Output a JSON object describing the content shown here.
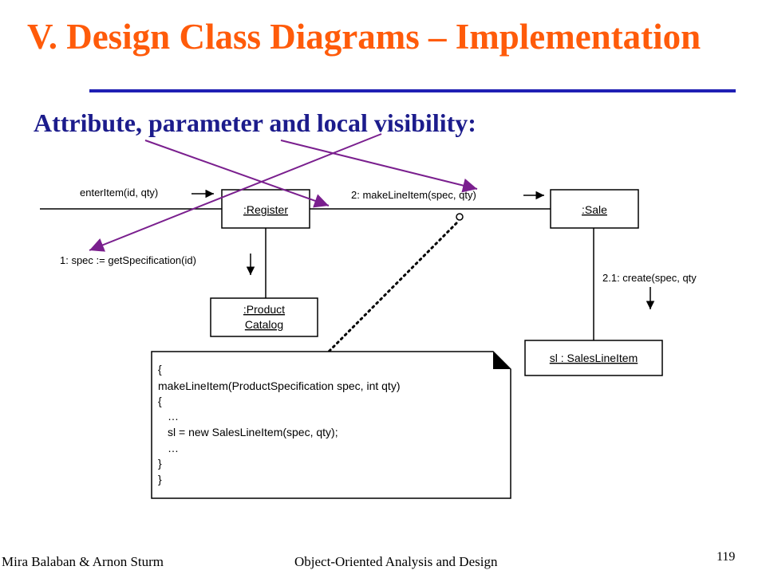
{
  "slide": {
    "title": "V. Design Class Diagrams – Implementation",
    "subtitle": "Attribute, parameter and local visibility:"
  },
  "diagram": {
    "objects": {
      "register": ":Register",
      "sale": ":Sale",
      "catalog_line1": ":Product",
      "catalog_line2": "Catalog",
      "sales_line_item": "sl : SalesLineItem"
    },
    "messages": {
      "enter_item": "enterItem(id, qty)",
      "make_line_item": "2: makeLineItem(spec, qty)",
      "get_spec": "1: spec := getSpecification(id)",
      "create": "2.1: create(spec, qty"
    },
    "note_lines": [
      "{",
      "makeLineItem(ProductSpecification spec, int qty)",
      "{",
      "…",
      "sl = new SalesLineItem(spec, qty);",
      "…",
      "}",
      "}"
    ]
  },
  "footer": {
    "authors": "Mira Balaban  &  Arnon Sturm",
    "course": "Object-Oriented Analysis and Design",
    "page": "119"
  },
  "colors": {
    "title": "#ff5b0a",
    "subtitle": "#1c1c8c",
    "rule": "#1f1fb4",
    "pointer_arrows": "#7a1f8e"
  }
}
